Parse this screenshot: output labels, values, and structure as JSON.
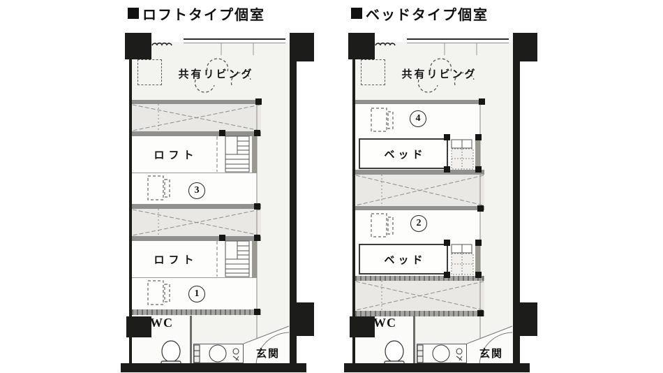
{
  "colors": {
    "wall": "#1c1c1a",
    "partition_gray": "#90908e",
    "void_hatch_fill": "#e9e8e4",
    "floor": "#f3f3f0",
    "room_white": "#fdfdfb"
  },
  "plans": [
    {
      "title": "ロフトタイプ個室",
      "living": {
        "label": "共有リビング"
      },
      "units": [
        {
          "room_label": "ロフト",
          "number": "3"
        },
        {
          "room_label": "ロフト",
          "number": "1"
        }
      ],
      "wc": {
        "label": "WC"
      },
      "entrance": {
        "label": "玄関"
      }
    },
    {
      "title": "ベッドタイプ個室",
      "living": {
        "label": "共有リビング"
      },
      "units": [
        {
          "room_label": "ベッド",
          "number": "4"
        },
        {
          "room_label": "ベッド",
          "number": "2"
        }
      ],
      "wc": {
        "label": "WC"
      },
      "entrance": {
        "label": "玄関"
      }
    }
  ]
}
